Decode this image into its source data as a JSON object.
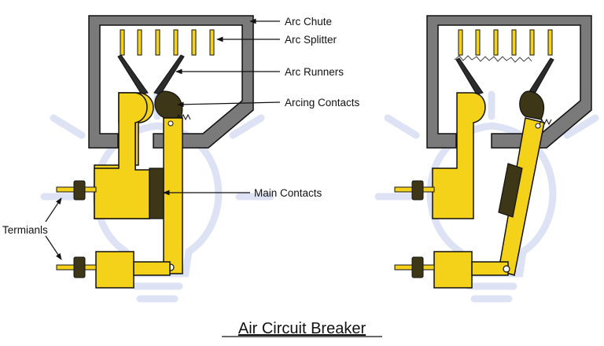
{
  "title": "Air Circuit Breaker",
  "labels": {
    "arc_chute": "Arc Chute",
    "arc_splitter": "Arc Splitter",
    "arc_runners": "Arc Runners",
    "arcing_contacts": "Arcing Contacts",
    "main_contacts": "Main Contacts",
    "terminals": "Termianls"
  },
  "colors": {
    "conductor": "#f5d21a",
    "contact_dark": "#3d3718",
    "chute": "#7a7a7a",
    "outline": "#111111",
    "watermark": "#dde3f4"
  }
}
